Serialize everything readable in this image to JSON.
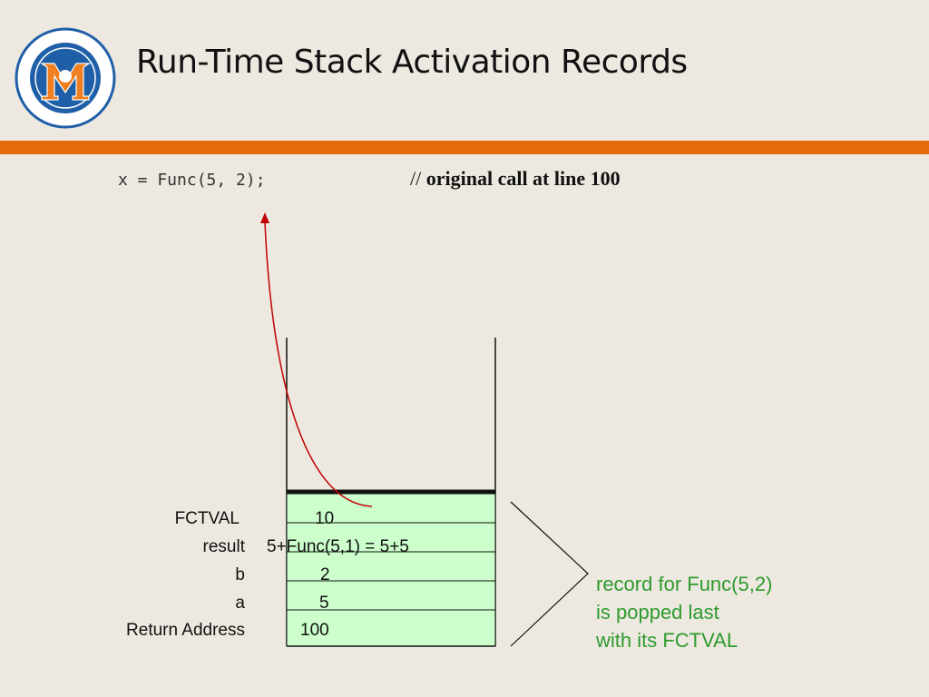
{
  "title": "Run-Time Stack Activation Records",
  "code": {
    "statement": "x = Func(5, 2);",
    "comment_prefix": "// ",
    "comment_text": "original call at line 100"
  },
  "stack": {
    "rows": [
      {
        "label": "FCTVAL",
        "value": "10"
      },
      {
        "label": "result",
        "value": "5+Func(5,1) = 5+5"
      },
      {
        "label": "b",
        "value": "2"
      },
      {
        "label": "a",
        "value": "5"
      },
      {
        "label": "Return Address",
        "value": "100"
      }
    ]
  },
  "note": {
    "lines": [
      "record for Func(5,2)",
      "is popped last",
      "with its FCTVAL"
    ]
  },
  "colors": {
    "accent_bar": "#e46c0a",
    "record_fill": "#ccffcc",
    "arrow": "#c00000",
    "note_text": "#2e9a2e",
    "logo_blue": "#1f5fa8",
    "logo_orange": "#f07f1f"
  }
}
